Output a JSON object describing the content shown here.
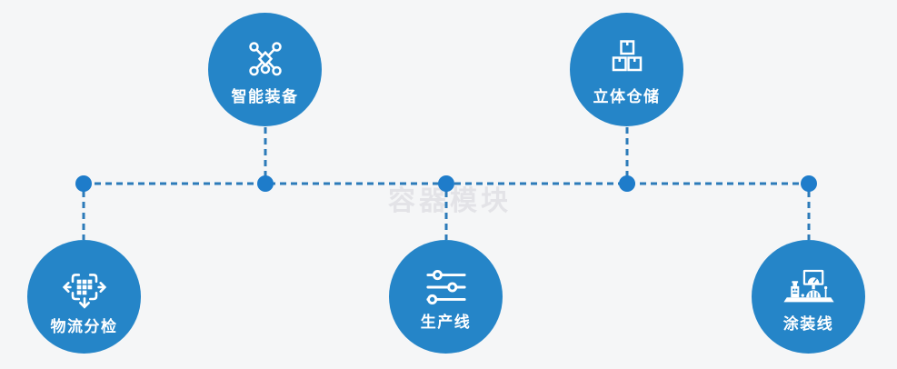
{
  "watermark": "容器模块",
  "colors": {
    "background": "#f5f6f7",
    "circle_fill": "#2585c8",
    "connector_dash": "#2c7bb9",
    "junction_dot": "#1e7cca",
    "icon_and_label": "#ffffff",
    "watermark_text": "#e3e3e7"
  },
  "nodes": [
    {
      "id": "smart-equipment",
      "label": "智能装备",
      "icon": "network-nodes-icon",
      "position": "top-left"
    },
    {
      "id": "stereo-warehouse",
      "label": "立体仓储",
      "icon": "stacked-boxes-icon",
      "position": "top-right"
    },
    {
      "id": "logistics-sorting",
      "label": "物流分检",
      "icon": "sorting-arrows-icon",
      "position": "bottom-left"
    },
    {
      "id": "production-line",
      "label": "生产线",
      "icon": "sliders-icon",
      "position": "bottom-middle"
    },
    {
      "id": "coating-line",
      "label": "涂装线",
      "icon": "machine-monitor-icon",
      "position": "bottom-right"
    }
  ]
}
